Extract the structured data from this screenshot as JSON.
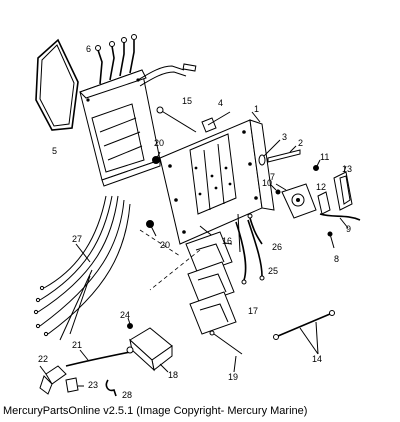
{
  "caption": "MercuryPartsOnline v2.5.1 (Image Copyright- Mercury Marine)",
  "callouts": [
    "1",
    "2",
    "3",
    "4",
    "5",
    "6",
    "7",
    "8",
    "9",
    "10",
    "11",
    "12",
    "13",
    "14",
    "15",
    "16",
    "17",
    "18",
    "19",
    "20",
    "20",
    "21",
    "22",
    "23",
    "24",
    "25",
    "26",
    "27",
    "28"
  ]
}
